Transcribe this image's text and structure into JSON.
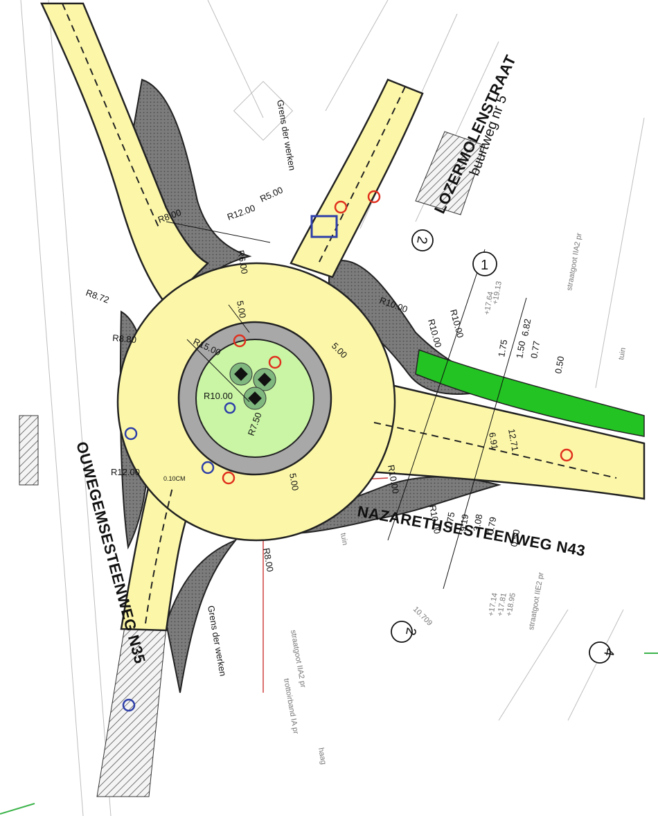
{
  "streets": {
    "north_name": "LOZERMOLENSTRAAT",
    "north_sub": "buurtweg nr 5",
    "west": "OUWEGEMSESTEENWEG N35",
    "south": "NAZARETHSESTEENWEG N43"
  },
  "labels": {
    "works_boundary_top": "Grens der werken",
    "works_boundary_bottom": "Grens der werken",
    "gutter_1": "straatgoot IIA2 pr",
    "gutter_2": "straatgoot IIA2 pr",
    "gutter_3": "straatgoot IIE2 pr",
    "curb": "trottoirband IA pr",
    "garden_1": "tuin",
    "garden_2": "tuin",
    "hedge": "haag",
    "level_1": "+19.13",
    "level_2": "+17.64",
    "level_3": "+18.95",
    "level_4": "+17.81",
    "level_5": "+17.14",
    "level_6": "10.709"
  },
  "dimensions": {
    "r5": "R5.00",
    "r12_n": "R12.00",
    "r8_nw": "R8.00",
    "r8_nw2": "R6.00",
    "r872": "R8.72",
    "r880": "R8.80",
    "r15": "R15.00",
    "r10_c": "R10.00",
    "r750": "R7.50",
    "r12_w": "R12.00",
    "r10_ne1": "R10.00",
    "r10_ne2": "R10.00",
    "r10_ne3": "R10.00",
    "r10_se": "R10.00",
    "r10_s": "R10.00",
    "r8_sw": "R8.00",
    "w500_n": "5.00",
    "w500_e": "5.00",
    "w500_s": "5.00",
    "d0_10": "0.10CM",
    "e682": "6.82",
    "e175": "1.75",
    "e150": "1.50",
    "e077": "0.77",
    "e050": "0.50",
    "e1271": "12.71",
    "e691": "6.91",
    "s175": "1.75",
    "s919": "9.19",
    "s308": "3.08",
    "s079": "0.79",
    "s050": "0.50"
  },
  "markers": {
    "m1": "1",
    "m2a": "2",
    "m2b": "2",
    "m4": "4"
  },
  "colors": {
    "road": "#fcf7a8",
    "island_green": "#c9f5a5",
    "median_green": "#22c322",
    "apron_gray": "#a8a8a8",
    "verge_gray": "#8e8e8e",
    "red_marker": "#e0301e",
    "blue_marker": "#2d3ea8"
  }
}
